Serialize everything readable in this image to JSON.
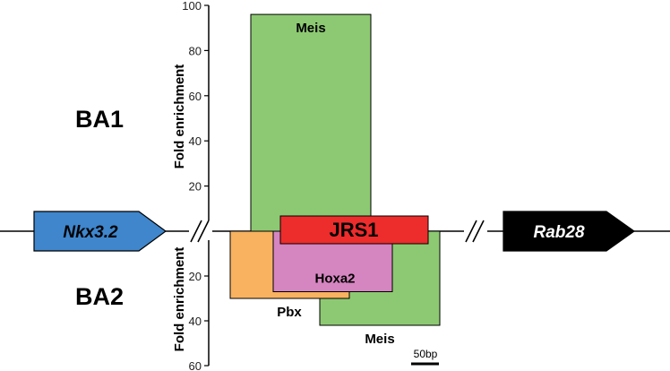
{
  "colors": {
    "meis": "#8dc972",
    "pbx": "#f8b260",
    "hoxa2": "#d585c0",
    "jrs1": "#ed2c2c",
    "nkx": "#3f86cc",
    "rab": "#000000",
    "axis": "#000000"
  },
  "chart_data": {
    "type": "bar",
    "title": "",
    "sections": {
      "top": "BA1",
      "bottom": "BA2"
    },
    "ylabel_top": "Fold enrichment",
    "ylabel_bottom": "Fold enrichment",
    "top_axis": {
      "ylim": [
        0,
        100
      ],
      "ticks": [
        "20",
        "40",
        "60",
        "80",
        "100"
      ]
    },
    "bottom_axis": {
      "ylim": [
        0,
        60
      ],
      "ticks": [
        "20",
        "40",
        "60"
      ]
    },
    "series_top": [
      {
        "name": "Meis",
        "value": 96
      }
    ],
    "series_bottom": [
      {
        "name": "Meis",
        "value": 42
      },
      {
        "name": "Pbx",
        "value": 30
      },
      {
        "name": "Hoxa2",
        "value": 27
      }
    ],
    "genes": [
      {
        "name": "Nkx3.2"
      },
      {
        "name": "Rab28"
      }
    ],
    "element": {
      "name": "JRS1"
    },
    "scale_bar": {
      "label": "50bp"
    }
  }
}
